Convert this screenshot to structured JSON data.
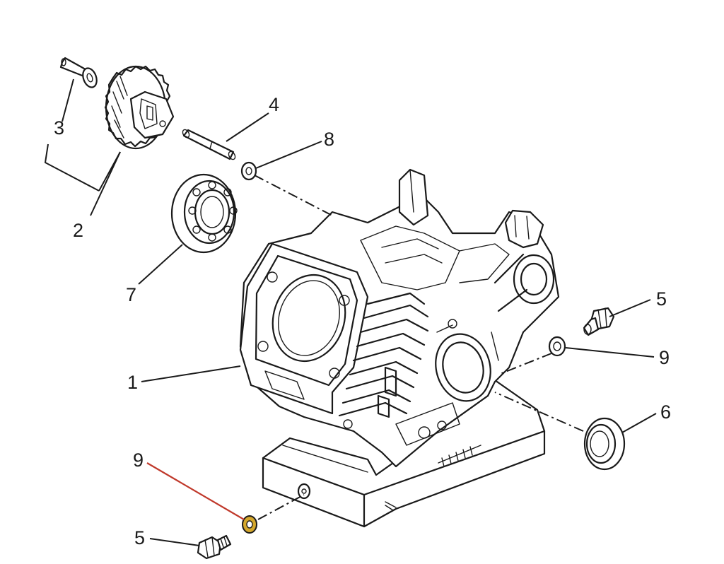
{
  "diagram": {
    "callouts": [
      {
        "id": "label-1",
        "text": "1"
      },
      {
        "id": "label-2",
        "text": "2"
      },
      {
        "id": "label-3",
        "text": "3"
      },
      {
        "id": "label-4",
        "text": "4"
      },
      {
        "id": "label-5-right",
        "text": "5"
      },
      {
        "id": "label-5-bottom",
        "text": "5"
      },
      {
        "id": "label-6",
        "text": "6"
      },
      {
        "id": "label-7",
        "text": "7"
      },
      {
        "id": "label-8",
        "text": "8"
      },
      {
        "id": "label-9-right",
        "text": "9"
      },
      {
        "id": "label-9-bottom",
        "text": "9"
      }
    ],
    "highlight": {
      "leader_color": "#c0392b",
      "part_color": "#d4a72c"
    }
  }
}
